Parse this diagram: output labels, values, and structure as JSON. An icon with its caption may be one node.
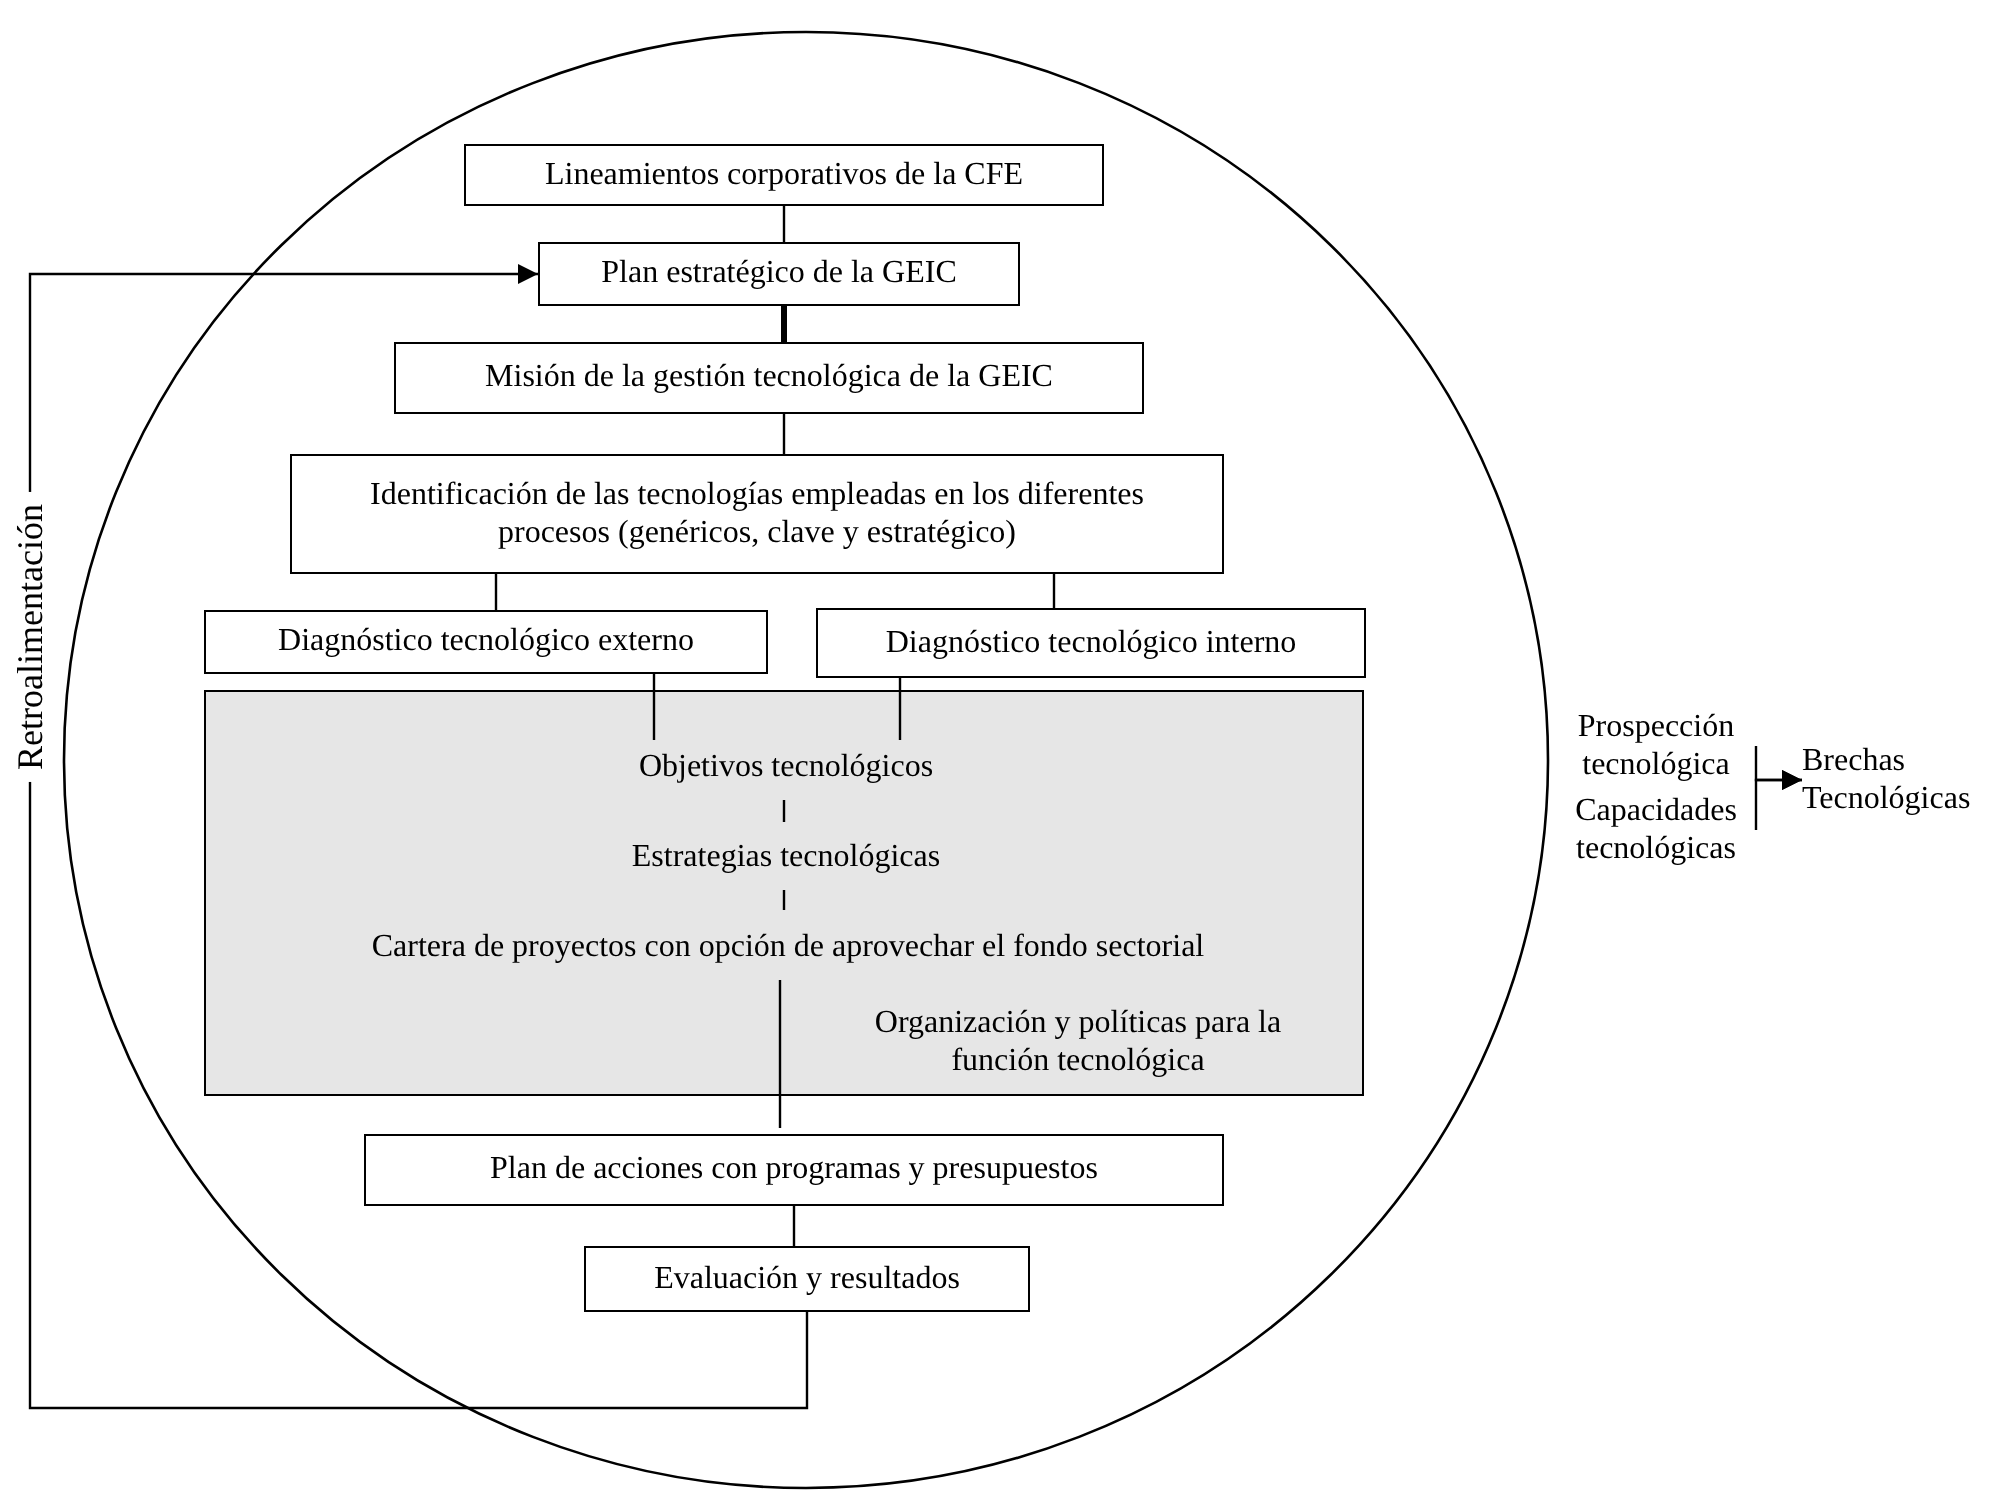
{
  "diagram": {
    "nodes": [
      {
        "text": [],
        "shape": "circle"
      },
      {
        "text": [
          "Lineamientos corporativos de la CFE"
        ],
        "in": 0
      },
      {
        "text": [
          "Plan estratégico de la GEIC"
        ],
        "in": 0
      },
      {
        "text": [
          "Misión de la gestión tecnológica de la GEIC"
        ],
        "in": 0
      },
      {
        "text": [
          "Identificación de las tecnologías empleadas en los diferentes procesos (genéricos, clave y estratégico)"
        ],
        "in": 0
      },
      {
        "text": [
          "Diagnóstico tecnológico externo"
        ],
        "in": 0
      },
      {
        "text": [
          "Diagnóstico tecnológico interno"
        ],
        "in": 0
      },
      {
        "text": [],
        "shape": "box",
        "in": 0
      },
      {
        "text": [
          "Objetivos tecnológicos"
        ],
        "in": 7
      },
      {
        "text": [
          "Estrategias tecnológicas"
        ],
        "in": 7
      },
      {
        "text": [
          "Cartera de proyectos con opción de aprovechar el fondo sectorial"
        ],
        "in": 7
      },
      {
        "text": [
          "Organización y políticas para la función tecnológica"
        ],
        "in": 7
      },
      {
        "text": [
          "Plan de acciones con programas y presupuestos"
        ],
        "in": 0
      },
      {
        "text": [
          "Evaluación y resultados"
        ],
        "in": 0
      },
      {
        "text": [
          "Prospección tecnológica"
        ]
      },
      {
        "text": [
          "Capacidades tecnológicas"
        ]
      },
      {
        "text": [
          "Brechas Tecnológicas"
        ]
      }
    ],
    "edges": [
      {
        "from": 1,
        "to": 2,
        "arrow": "none"
      },
      {
        "from": 2,
        "to": 3,
        "arrow": "none",
        "style": "thick"
      },
      {
        "from": 3,
        "to": 4,
        "arrow": "none"
      },
      {
        "from": 4,
        "to": 5,
        "arrow": "none"
      },
      {
        "from": 4,
        "to": 6,
        "arrow": "none"
      },
      {
        "from": 5,
        "to": 8,
        "arrow": "none"
      },
      {
        "from": 6,
        "to": 8,
        "arrow": "none"
      },
      {
        "from": 8,
        "to": 9,
        "arrow": "none"
      },
      {
        "from": 9,
        "to": 10,
        "arrow": "none"
      },
      {
        "from": 10,
        "to": 12,
        "arrow": "none"
      },
      {
        "from": 12,
        "to": 13,
        "arrow": "none"
      },
      {
        "from": 13,
        "to": 2,
        "arrow": "to",
        "label": "Retroalimentación"
      },
      {
        "from": 14,
        "to": 16,
        "arrow": "to"
      },
      {
        "from": 15,
        "to": 16,
        "arrow": "to"
      }
    ]
  }
}
